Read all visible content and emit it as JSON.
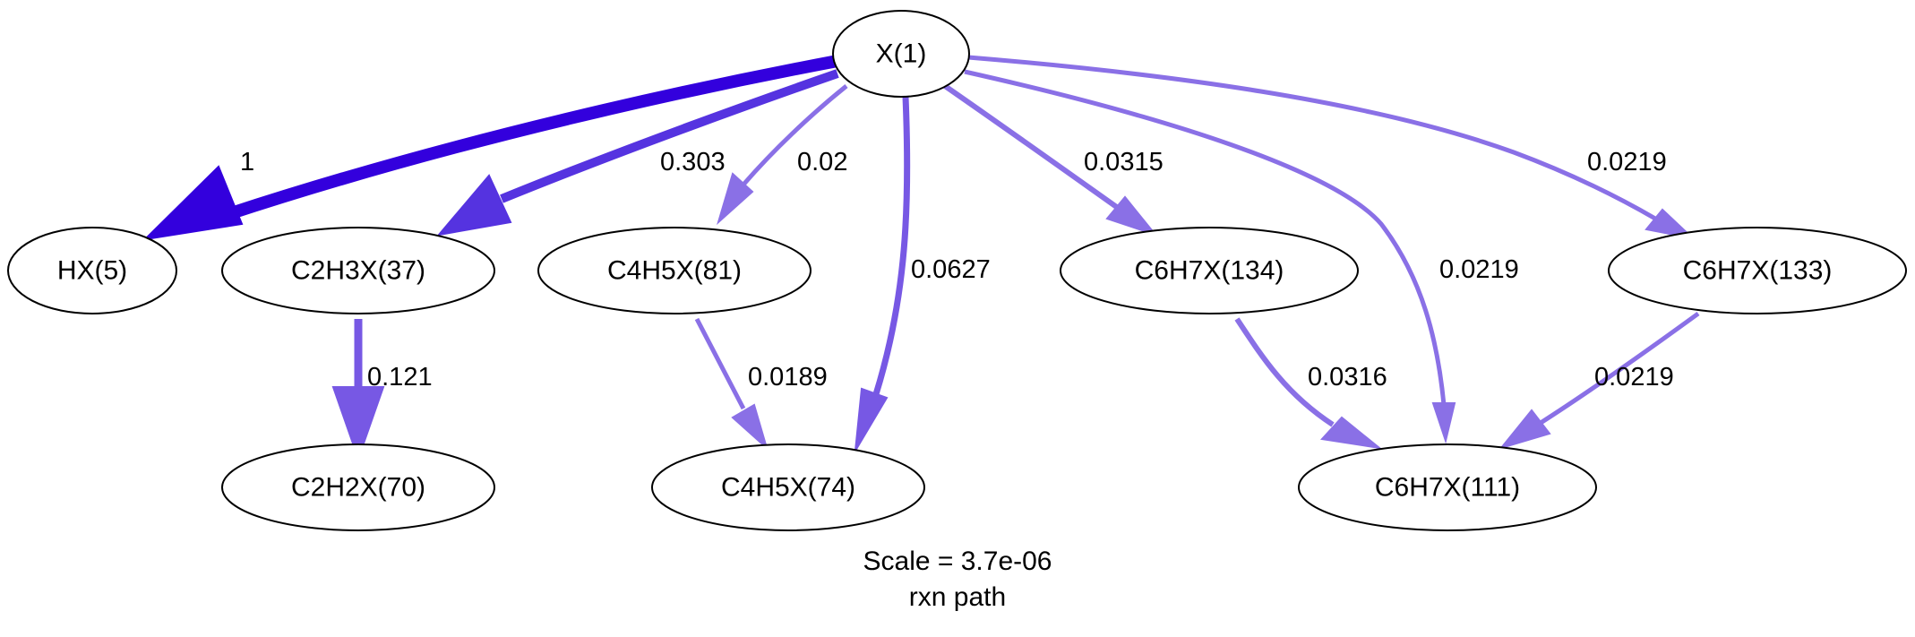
{
  "nodes": {
    "x1": "X(1)",
    "hx5": "HX(5)",
    "c2h3x37": "C2H3X(37)",
    "c4h5x81": "C4H5X(81)",
    "c6h7x134": "C6H7X(134)",
    "c6h7x133": "C6H7X(133)",
    "c2h2x70": "C2H2X(70)",
    "c4h5x74": "C4H5X(74)",
    "c6h7x111": "C6H7X(111)"
  },
  "edges": {
    "x1_hx5": "1",
    "x1_c2h3x37": "0.303",
    "x1_c4h5x81": "0.02",
    "x1_c4h5x74": "0.0627",
    "x1_c6h7x134": "0.0315",
    "x1_c6h7x111": "0.0219",
    "x1_c6h7x133": "0.0219",
    "c2h3x37_c2h2x70": "0.121",
    "c4h5x81_c4h5x74": "0.0189",
    "c6h7x134_c6h7x111": "0.0316",
    "c6h7x133_c6h7x111": "0.0219"
  },
  "colors": {
    "edge_strong": "#3300dd",
    "edge_medium": "#5533e0",
    "edge_mid": "#7758e4",
    "edge_light": "#8a70e6"
  },
  "caption": {
    "scale": "Scale = 3.7e-06",
    "title": "rxn path"
  }
}
